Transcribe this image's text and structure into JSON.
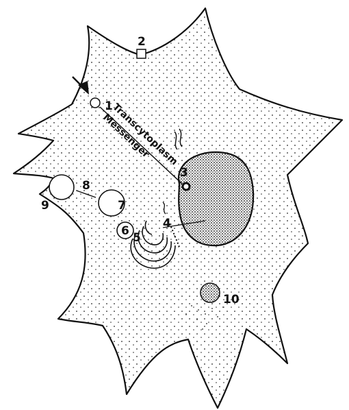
{
  "diagram": {
    "labels": {
      "n1": "1",
      "n2": "2",
      "n3": "3",
      "n4": "4",
      "n5": "5",
      "n6": "6",
      "n7": "7",
      "n8": "8",
      "n9": "9",
      "n10": "10"
    },
    "pathway_label_top": "Transcytoplasm",
    "pathway_label_bottom": "Messenger"
  }
}
